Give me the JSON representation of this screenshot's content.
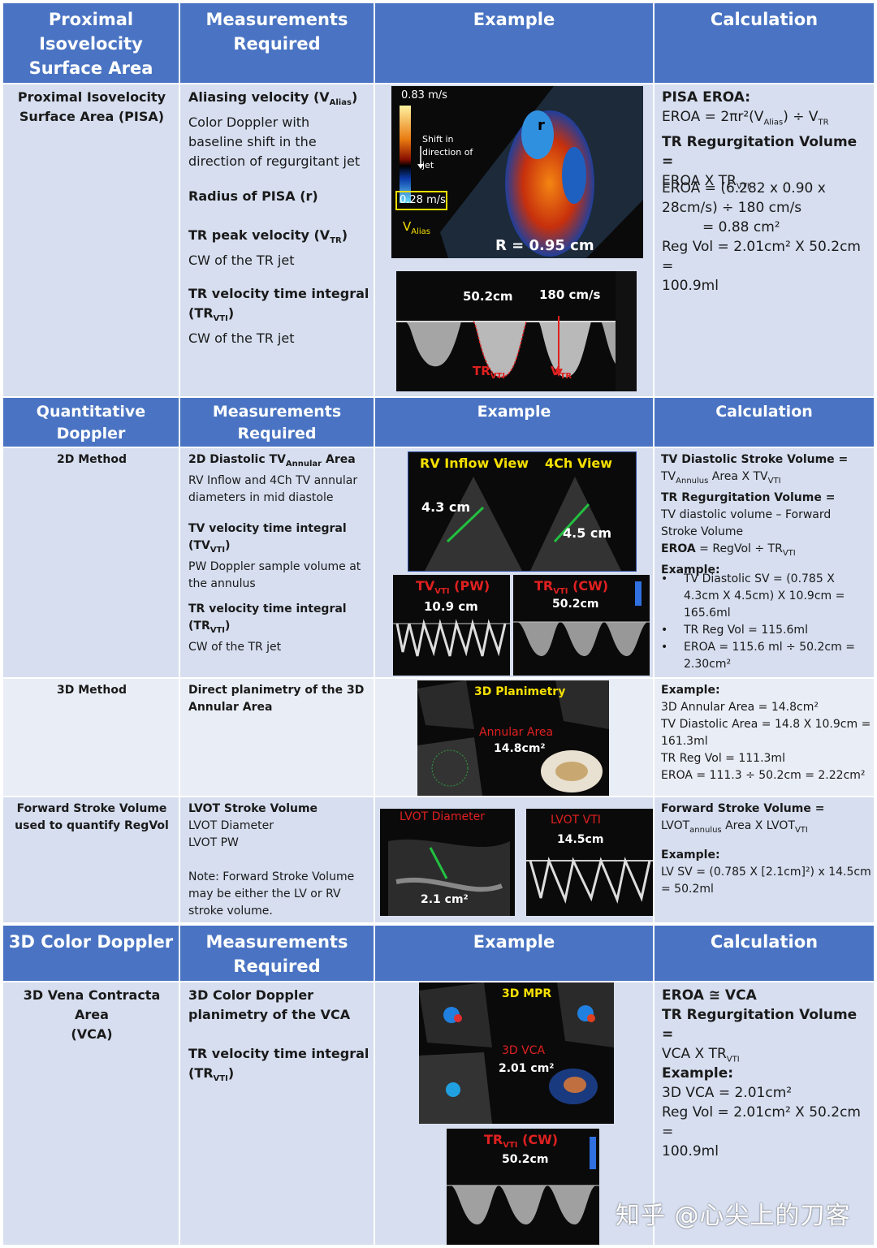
{
  "section1": {
    "headers": [
      "Proximal Isovelocity Surface Area",
      "Measurements Required",
      "Example",
      "Calculation"
    ],
    "method": "Proximal Isovelocity Surface Area (PISA)",
    "measurements": {
      "m1_title": "Aliasing velocity (V",
      "m1_sub": "Alias",
      "m1_close": ")",
      "m1_desc1": "Color Doppler with",
      "m1_desc2": "baseline shift in the",
      "m1_desc3": "direction of regurgitant jet",
      "m2_title": "Radius of PISA (r)",
      "m3_title": "TR peak velocity (V",
      "m3_sub": "TR",
      "m3_close": ")",
      "m3_desc": "CW of the TR jet",
      "m4_title1": "TR velocity time integral",
      "m4_title2": "(TR",
      "m4_sub": "VTI",
      "m4_close": ")",
      "m4_desc": "CW of the TR jet"
    },
    "image1": {
      "top_velocity": "0.83 m/s",
      "shift1": "Shift in",
      "shift2": "direction of",
      "shift3": "jet",
      "alias_velocity": "0.28 m/s",
      "valias": "V",
      "valias_sub": "Alias",
      "r_label": "r",
      "radius": "R = 0.95 cm"
    },
    "image2": {
      "vti": "50.2cm",
      "peak": "180 cm/s",
      "trvti": "TR",
      "trvti_sub": "VTI",
      "vtr": "V",
      "vtr_sub": "TR"
    },
    "calc": {
      "t1": "PISA EROA:",
      "t2": "EROA = 2πr²(V",
      "t2_sub": "Alias",
      "t2_end": ") ÷ V",
      "t2_sub2": "TR",
      "t3": "TR Regurgitation Volume =",
      "t4": "EROA X TR",
      "t4_sub": "VTI",
      "t5": "EROA = (6.282 x 0.90 x",
      "t6": "28cm/s) ÷ 180 cm/s",
      "t7": "= 0.88 cm²",
      "t8": "Reg Vol = 2.01cm² X 50.2cm =",
      "t9": "100.9ml"
    }
  },
  "section2": {
    "headers": [
      "Quantitative Doppler",
      "Measurements Required",
      "Example",
      "Calculation"
    ],
    "row1": {
      "method": "2D Method",
      "m1_title": "2D Diastolic TV",
      "m1_sub": "Annular",
      "m1_end": " Area",
      "m1_desc1": "RV Inflow and 4Ch TV annular",
      "m1_desc2": "diameters in mid diastole",
      "m2_title": "TV velocity time integral",
      "m2_t2": "(TV",
      "m2_sub": "VTI",
      "m2_close": ")",
      "m2_desc1": "PW Doppler sample volume at",
      "m2_desc2": "the annulus",
      "m3_title": "TR velocity time integral",
      "m3_t2": "(TR",
      "m3_sub": "VTI",
      "m3_close": ")",
      "m3_desc": "CW of the TR jet",
      "img_top_left": "RV Inflow View",
      "img_top_right": "4Ch View",
      "img_d1": "4.3 cm",
      "img_d2": "4.5 cm",
      "img_pw_label": "TV",
      "img_pw_sub": "VTI",
      "img_pw_end": " (PW)",
      "img_pw_val": "10.9 cm",
      "img_cw_label": "TR",
      "img_cw_sub": "VTI",
      "img_cw_end": " (CW)",
      "img_cw_val": "50.2cm",
      "calc1": "TV Diastolic Stroke Volume =",
      "calc2": "TV",
      "calc2_sub": "Annulus",
      "calc2_end": " Area X TV",
      "calc2_sub2": "VTI",
      "calc3": "TR Regurgitation Volume =",
      "calc4": "TV diastolic volume – Forward",
      "calc5": "Stroke Volume",
      "calc6": "EROA",
      "calc6_end": " = RegVol ÷ TR",
      "calc6_sub": "VTI",
      "calc7": "Example:",
      "b1a": "TV Diastolic SV = (0.785 X",
      "b1b": "4.3cm X 4.5cm) X 10.9cm =",
      "b1c": "165.6ml",
      "b2": "TR Reg Vol = 115.6ml",
      "b3a": "EROA = 115.6 ml ÷ 50.2cm =",
      "b3b": "2.30cm²"
    },
    "row2": {
      "method": "3D Method",
      "m1": "Direct planimetry of the 3D",
      "m2": "Annular Area",
      "img_title": "3D Planimetry",
      "img_area": "Annular Area",
      "img_val": "14.8cm²",
      "calc1": "Example:",
      "calc2": "3D Annular Area = 14.8cm²",
      "calc3": "TV Diastolic Area = 14.8 X 10.9cm =",
      "calc4": "161.3ml",
      "calc5": "TR Reg Vol = 111.3ml",
      "calc6": "EROA = 111.3 ÷ 50.2cm = 2.22cm²"
    },
    "row3": {
      "method1": "Forward Stroke Volume",
      "method2": "used to quantify RegVol",
      "m1": "LVOT Stroke Volume",
      "m2": "LVOT Diameter",
      "m3": "LVOT PW",
      "m4": "Note: Forward Stroke Volume",
      "m5": "may be either the LV or RV",
      "m6": "stroke volume.",
      "img_l_title": "LVOT Diameter",
      "img_l_val": "2.1 cm²",
      "img_r_title": "LVOT VTI",
      "img_r_val": "14.5cm",
      "calc1": "Forward Stroke Volume =",
      "calc2": "LVOT",
      "calc2_sub": "annulus",
      "calc2_end": " Area X LVOT",
      "calc2_sub2": "VTI",
      "calc3": "Example:",
      "calc4": "LV SV = (0.785 X [2.1cm]²) x 14.5cm",
      "calc5": "= 50.2ml"
    }
  },
  "section3": {
    "headers": [
      "3D Color Doppler",
      "Measurements Required",
      "Example",
      "Calculation"
    ],
    "method1": "3D Vena Contracta Area",
    "method2": "(VCA)",
    "m1": "3D Color Doppler",
    "m2": "planimetry of the VCA",
    "m3": "TR velocity time integral",
    "m4": "(TR",
    "m4_sub": "VTI",
    "m4_close": ")",
    "img_title": "3D MPR",
    "img_vca": "3D VCA",
    "img_vca_val": "2.01 cm²",
    "img2_label": "TR",
    "img2_sub": "VTI",
    "img2_end": " (CW)",
    "img2_val": "50.2cm",
    "calc1": "EROA ≅ VCA",
    "calc2": "TR Regurgitation Volume =",
    "calc3": "VCA X TR",
    "calc3_sub": "VTI",
    "calc4": "Example:",
    "calc5": "3D VCA = 2.01cm²",
    "calc6": "Reg Vol = 2.01cm² X 50.2cm =",
    "calc7": "100.9ml"
  },
  "watermark": "知乎 @心尖上的刀客"
}
